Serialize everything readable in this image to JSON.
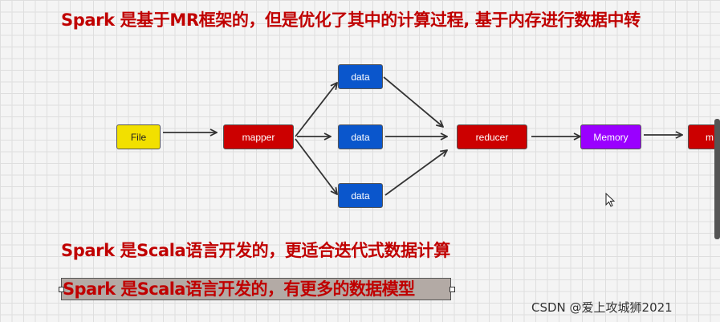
{
  "headings": {
    "line1": "Spark 是基于MR框架的，但是优化了其中的计算过程, 基于内存进行数据中转",
    "line2": "Spark 是Scala语言开发的，更适合迭代式数据计算",
    "line3": "Spark 是Scala语言开发的，有更多的数据模型"
  },
  "diagram": {
    "file": "File",
    "mapper": "mapper",
    "data_top": "data",
    "data_middle": "data",
    "data_bottom": "data",
    "reducer": "reducer",
    "memory": "Memory",
    "partial_node": "m"
  },
  "colors": {
    "file": "#f2e000",
    "mapper": "#cc0000",
    "data": "#0a56cc",
    "reducer": "#cc0000",
    "memory": "#9a00ff",
    "partial_node": "#cc0000",
    "heading_text": "#c00000"
  },
  "watermark": "CSDN @爱上攻城狮2021"
}
